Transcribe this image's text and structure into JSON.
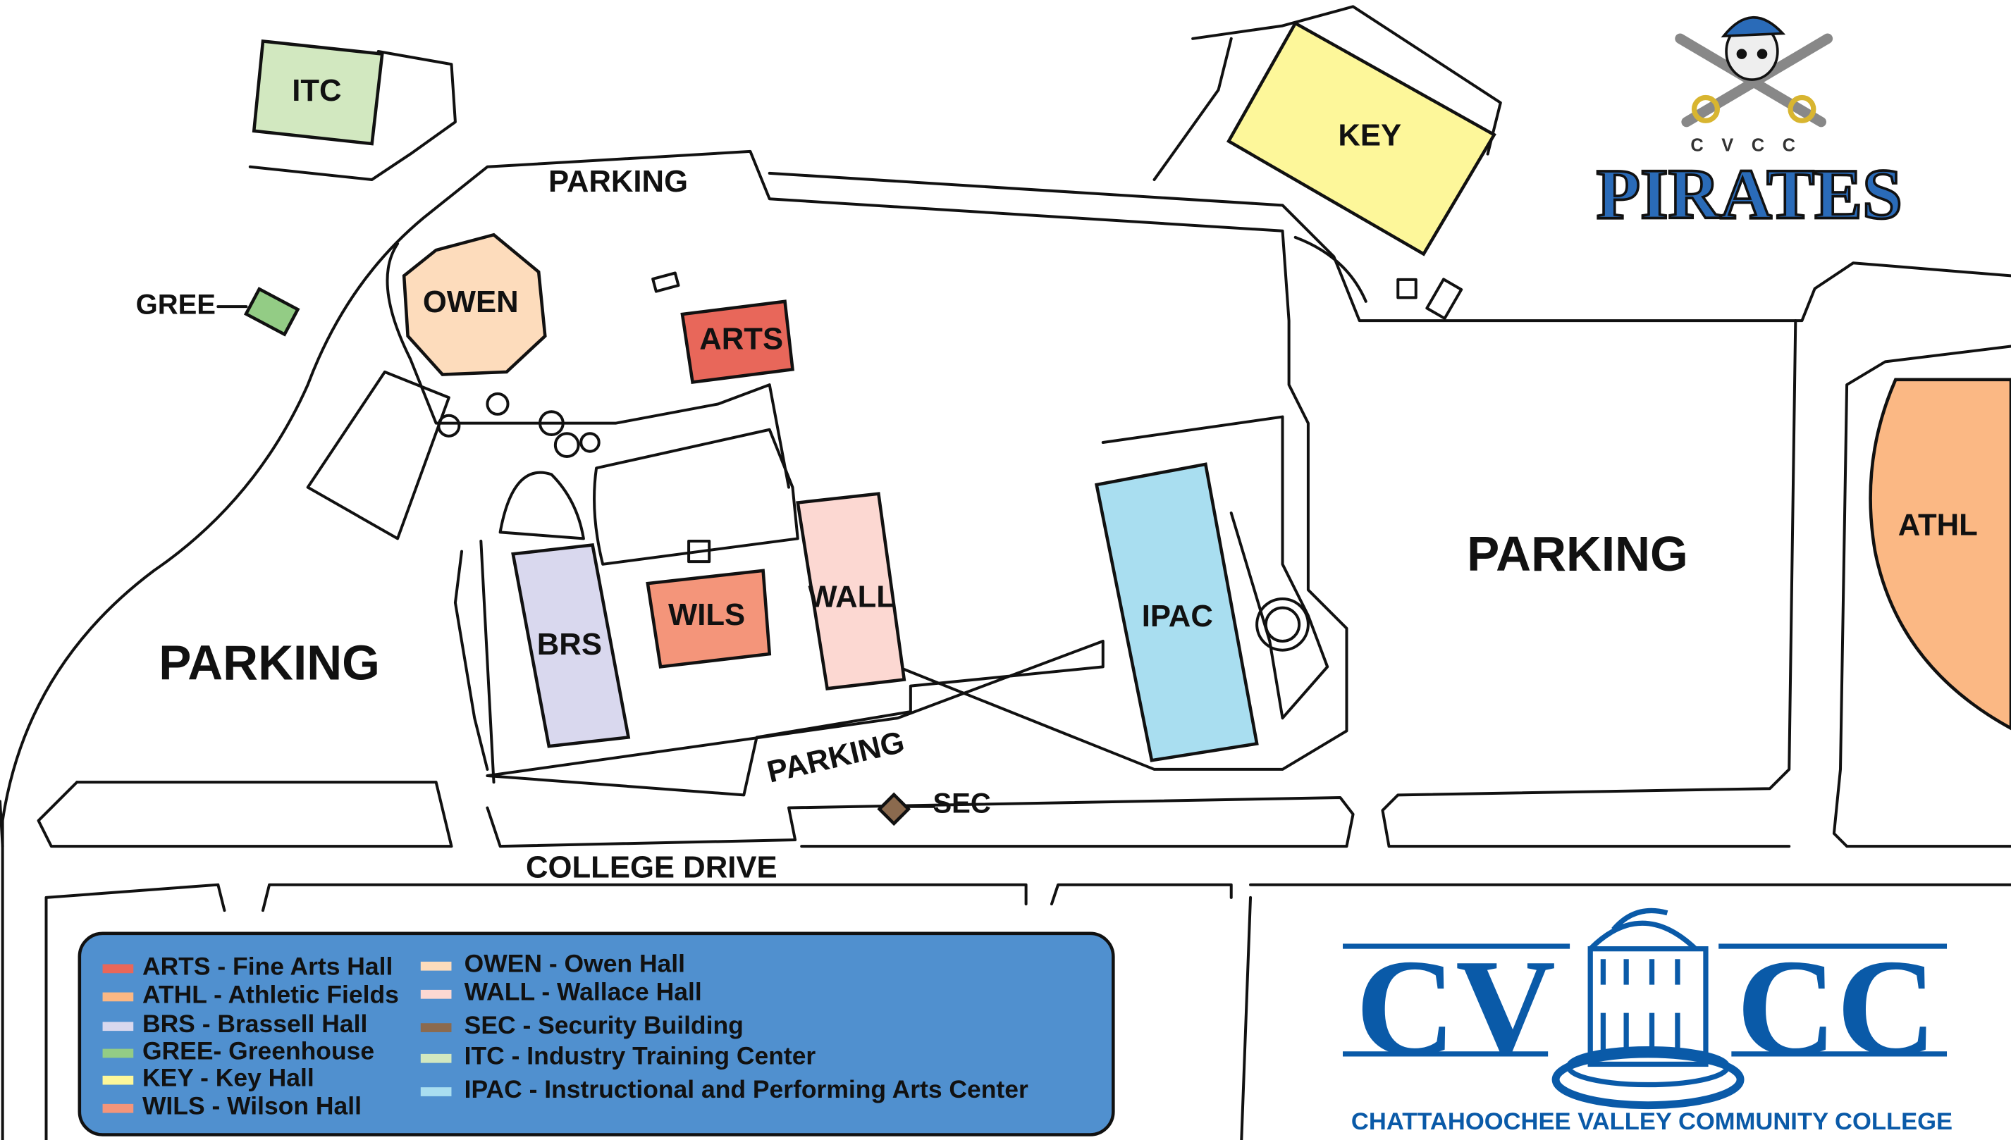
{
  "map": {
    "title": "CVCC Campus Map",
    "parking_labels": [
      "PARKING",
      "PARKING",
      "PARKING",
      "PARKING"
    ],
    "road_label": "COLLEGE DRIVE",
    "buildings": {
      "itc": {
        "code": "ITC",
        "color": "#d2e8c0"
      },
      "key": {
        "code": "KEY",
        "color": "#fdf79a"
      },
      "owen": {
        "code": "OWEN",
        "color": "#fddcbc"
      },
      "arts": {
        "code": "ARTS",
        "color": "#e8675a"
      },
      "wils": {
        "code": "WILS",
        "color": "#f4957a"
      },
      "wall": {
        "code": "WALL",
        "color": "#fcd8d2"
      },
      "brs": {
        "code": "BRS",
        "color": "#d9d8ee"
      },
      "ipac": {
        "code": "IPAC",
        "color": "#a9def0"
      },
      "athl": {
        "code": "ATHL",
        "color": "#fbb884"
      },
      "gree": {
        "code": "GREE",
        "color": "#93cc85"
      },
      "sec": {
        "code": "SEC",
        "color": "#8b6a4e"
      }
    }
  },
  "legend": {
    "background": "#5090cf",
    "left": [
      {
        "text": "ARTS - Fine Arts Hall",
        "color": "#e8675a"
      },
      {
        "text": "ATHL - Athletic Fields",
        "color": "#fbb884"
      },
      {
        "text": "BRS - Brassell Hall",
        "color": "#d9d8ee"
      },
      {
        "text": "GREE- Greenhouse",
        "color": "#93cc85"
      },
      {
        "text": "KEY - Key Hall",
        "color": "#fdf79a"
      },
      {
        "text": "WILS - Wilson Hall",
        "color": "#f4957a"
      }
    ],
    "right": [
      {
        "text": "OWEN - Owen Hall",
        "color": "#fddcbc"
      },
      {
        "text": "WALL - Wallace Hall",
        "color": "#fcd8d2"
      },
      {
        "text": "SEC - Security Building",
        "color": "#8b6a4e"
      },
      {
        "text": "ITC - Industry Training Center",
        "color": "#d2e8c0"
      },
      {
        "text": "IPAC - Instructional and Performing Arts Center",
        "color": "#a9def0"
      }
    ]
  },
  "pirates_logo": {
    "small": "CVCC",
    "name": "PIRATES"
  },
  "college_logo": {
    "letters_left": "CV",
    "letters_right": "CC",
    "full_name": "CHATTAHOOCHEE VALLEY COMMUNITY COLLEGE",
    "color": "#0a5aa8"
  }
}
